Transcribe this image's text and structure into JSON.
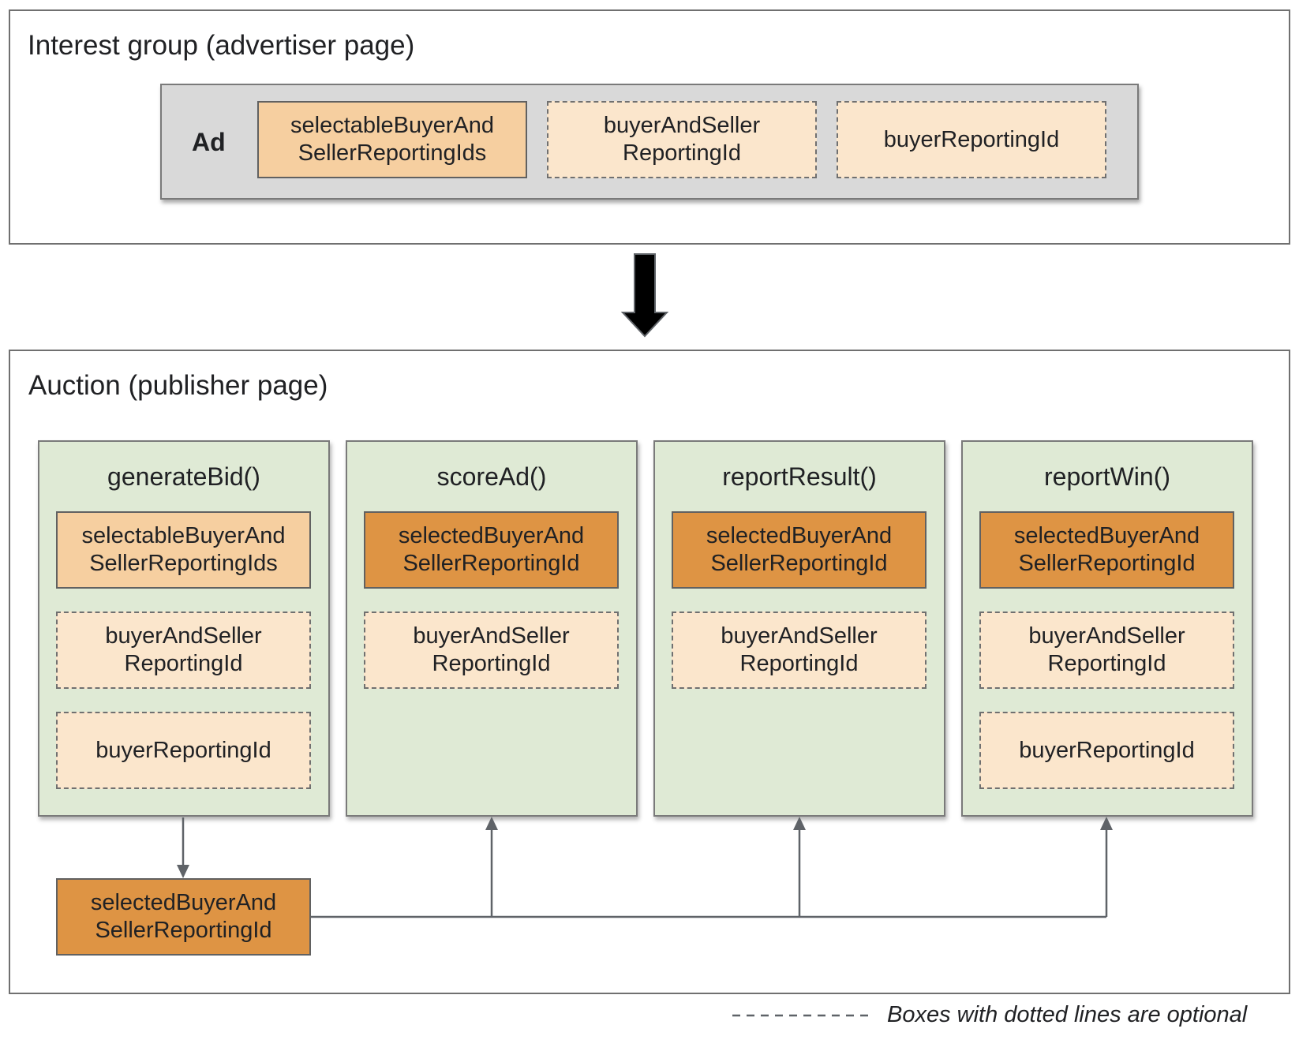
{
  "interest_group": {
    "title": "Interest group (advertiser page)",
    "ad_label": "Ad",
    "fields": [
      {
        "label": "selectableBuyerAnd\nSellerReportingIds",
        "style": "solid-light"
      },
      {
        "label": "buyerAndSeller\nReportingId",
        "style": "dashed"
      },
      {
        "label": "buyerReportingId",
        "style": "dashed"
      }
    ]
  },
  "auction": {
    "title": "Auction (publisher page)",
    "functions": [
      {
        "name": "generateBid()",
        "fields": [
          {
            "label": "selectableBuyerAnd\nSellerReportingIds",
            "style": "solid-light"
          },
          {
            "label": "buyerAndSeller\nReportingId",
            "style": "dashed"
          },
          {
            "label": "buyerReportingId",
            "style": "dashed"
          }
        ]
      },
      {
        "name": "scoreAd()",
        "fields": [
          {
            "label": "selectedBuyerAnd\nSellerReportingId",
            "style": "solid-dark"
          },
          {
            "label": "buyerAndSeller\nReportingId",
            "style": "dashed"
          }
        ]
      },
      {
        "name": "reportResult()",
        "fields": [
          {
            "label": "selectedBuyerAnd\nSellerReportingId",
            "style": "solid-dark"
          },
          {
            "label": "buyerAndSeller\nReportingId",
            "style": "dashed"
          }
        ]
      },
      {
        "name": "reportWin()",
        "fields": [
          {
            "label": "selectedBuyerAnd\nSellerReportingId",
            "style": "solid-dark"
          },
          {
            "label": "buyerAndSeller\nReportingId",
            "style": "dashed"
          },
          {
            "label": "buyerReportingId",
            "style": "dashed"
          }
        ]
      }
    ],
    "output": {
      "label": "selectedBuyerAnd\nSellerReportingId",
      "style": "solid-dark"
    }
  },
  "legend": {
    "text": "Boxes with dotted lines are optional"
  },
  "colors": {
    "selectable_fill": "#f6cfa0",
    "selected_fill": "#de9444",
    "optional_fill": "#fbe6cc",
    "function_fill": "#dfead5",
    "ad_bar_fill": "#d9d9d9"
  }
}
